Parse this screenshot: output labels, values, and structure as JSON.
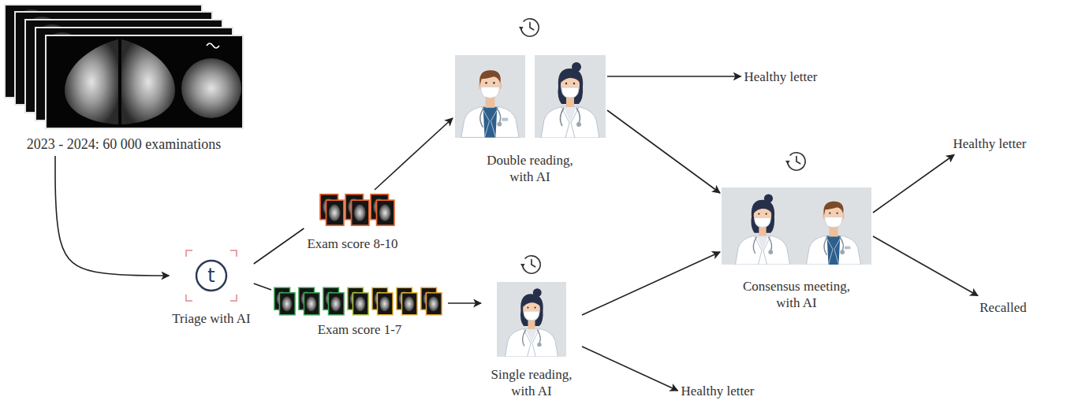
{
  "diagram": {
    "nodes": [
      {
        "text": [
          "2023 - 2024: 60 000 examinations"
        ]
      },
      {
        "text": [
          "t",
          "Triage with AI"
        ]
      },
      {
        "text": [
          "Exam score 8-10"
        ]
      },
      {
        "text": [
          "Exam score 1-7"
        ]
      },
      {
        "text": [
          "Double reading, with AI"
        ]
      },
      {
        "text": [
          "Single reading, with AI"
        ]
      },
      {
        "text": [
          "Healthy letter"
        ]
      },
      {
        "text": [
          "Consensus meeting, with AI"
        ]
      },
      {
        "text": [
          "Healthy letter"
        ]
      },
      {
        "text": [
          "Recalled"
        ]
      },
      {
        "text": [
          "Healthy letter"
        ]
      }
    ],
    "edges": [
      {
        "from": 0,
        "to": 1,
        "arrow": "to"
      },
      {
        "from": 1,
        "to": 2,
        "arrow": "none"
      },
      {
        "from": 1,
        "to": 3,
        "arrow": "none"
      },
      {
        "from": 2,
        "to": 4,
        "arrow": "to"
      },
      {
        "from": 3,
        "to": 5,
        "arrow": "to"
      },
      {
        "from": 4,
        "to": 6,
        "arrow": "to"
      },
      {
        "from": 4,
        "to": 7,
        "arrow": "to"
      },
      {
        "from": 5,
        "to": 7,
        "arrow": "to"
      },
      {
        "from": 5,
        "to": 10,
        "arrow": "to"
      },
      {
        "from": 7,
        "to": 8,
        "arrow": "to"
      },
      {
        "from": 7,
        "to": 9,
        "arrow": "to"
      }
    ]
  }
}
